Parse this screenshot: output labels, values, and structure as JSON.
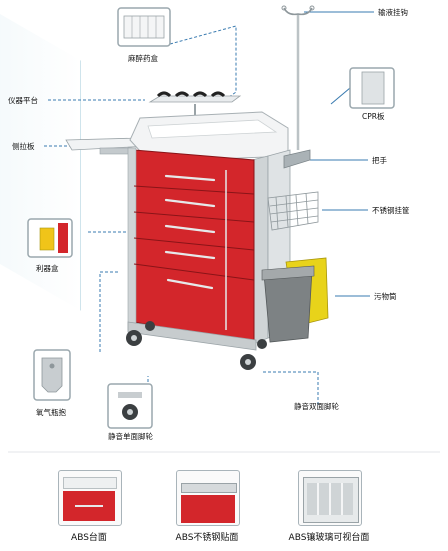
{
  "labels": {
    "anesthesia_box": "麻醉药盒",
    "iv_pole": "输液挂钩",
    "instrument_platform": "仪器平台",
    "cpr_board": "CPR板",
    "side_pull_board": "侧拉板",
    "handle": "把手",
    "steel_basket": "不锈钢挂筐",
    "sharps_box": "利器盒",
    "waste_bin": "污物筒",
    "oxygen_holder": "氧气瓶抱",
    "silent_double_caster": "静音双面脚轮",
    "silent_single_caster": "静音单面脚轮"
  },
  "bottom": {
    "abs_top": "ABS台面",
    "abs_steel_top": "ABS不锈钢贴面",
    "abs_glass_top": "ABS镶玻璃可视台面"
  },
  "colors": {
    "drawer_red": "#d3262b",
    "frame_gray": "#cfd4d6",
    "bin_yellow": "#e8d31a",
    "bin_gray": "#7d8284",
    "leader": "#3a7bb0"
  }
}
